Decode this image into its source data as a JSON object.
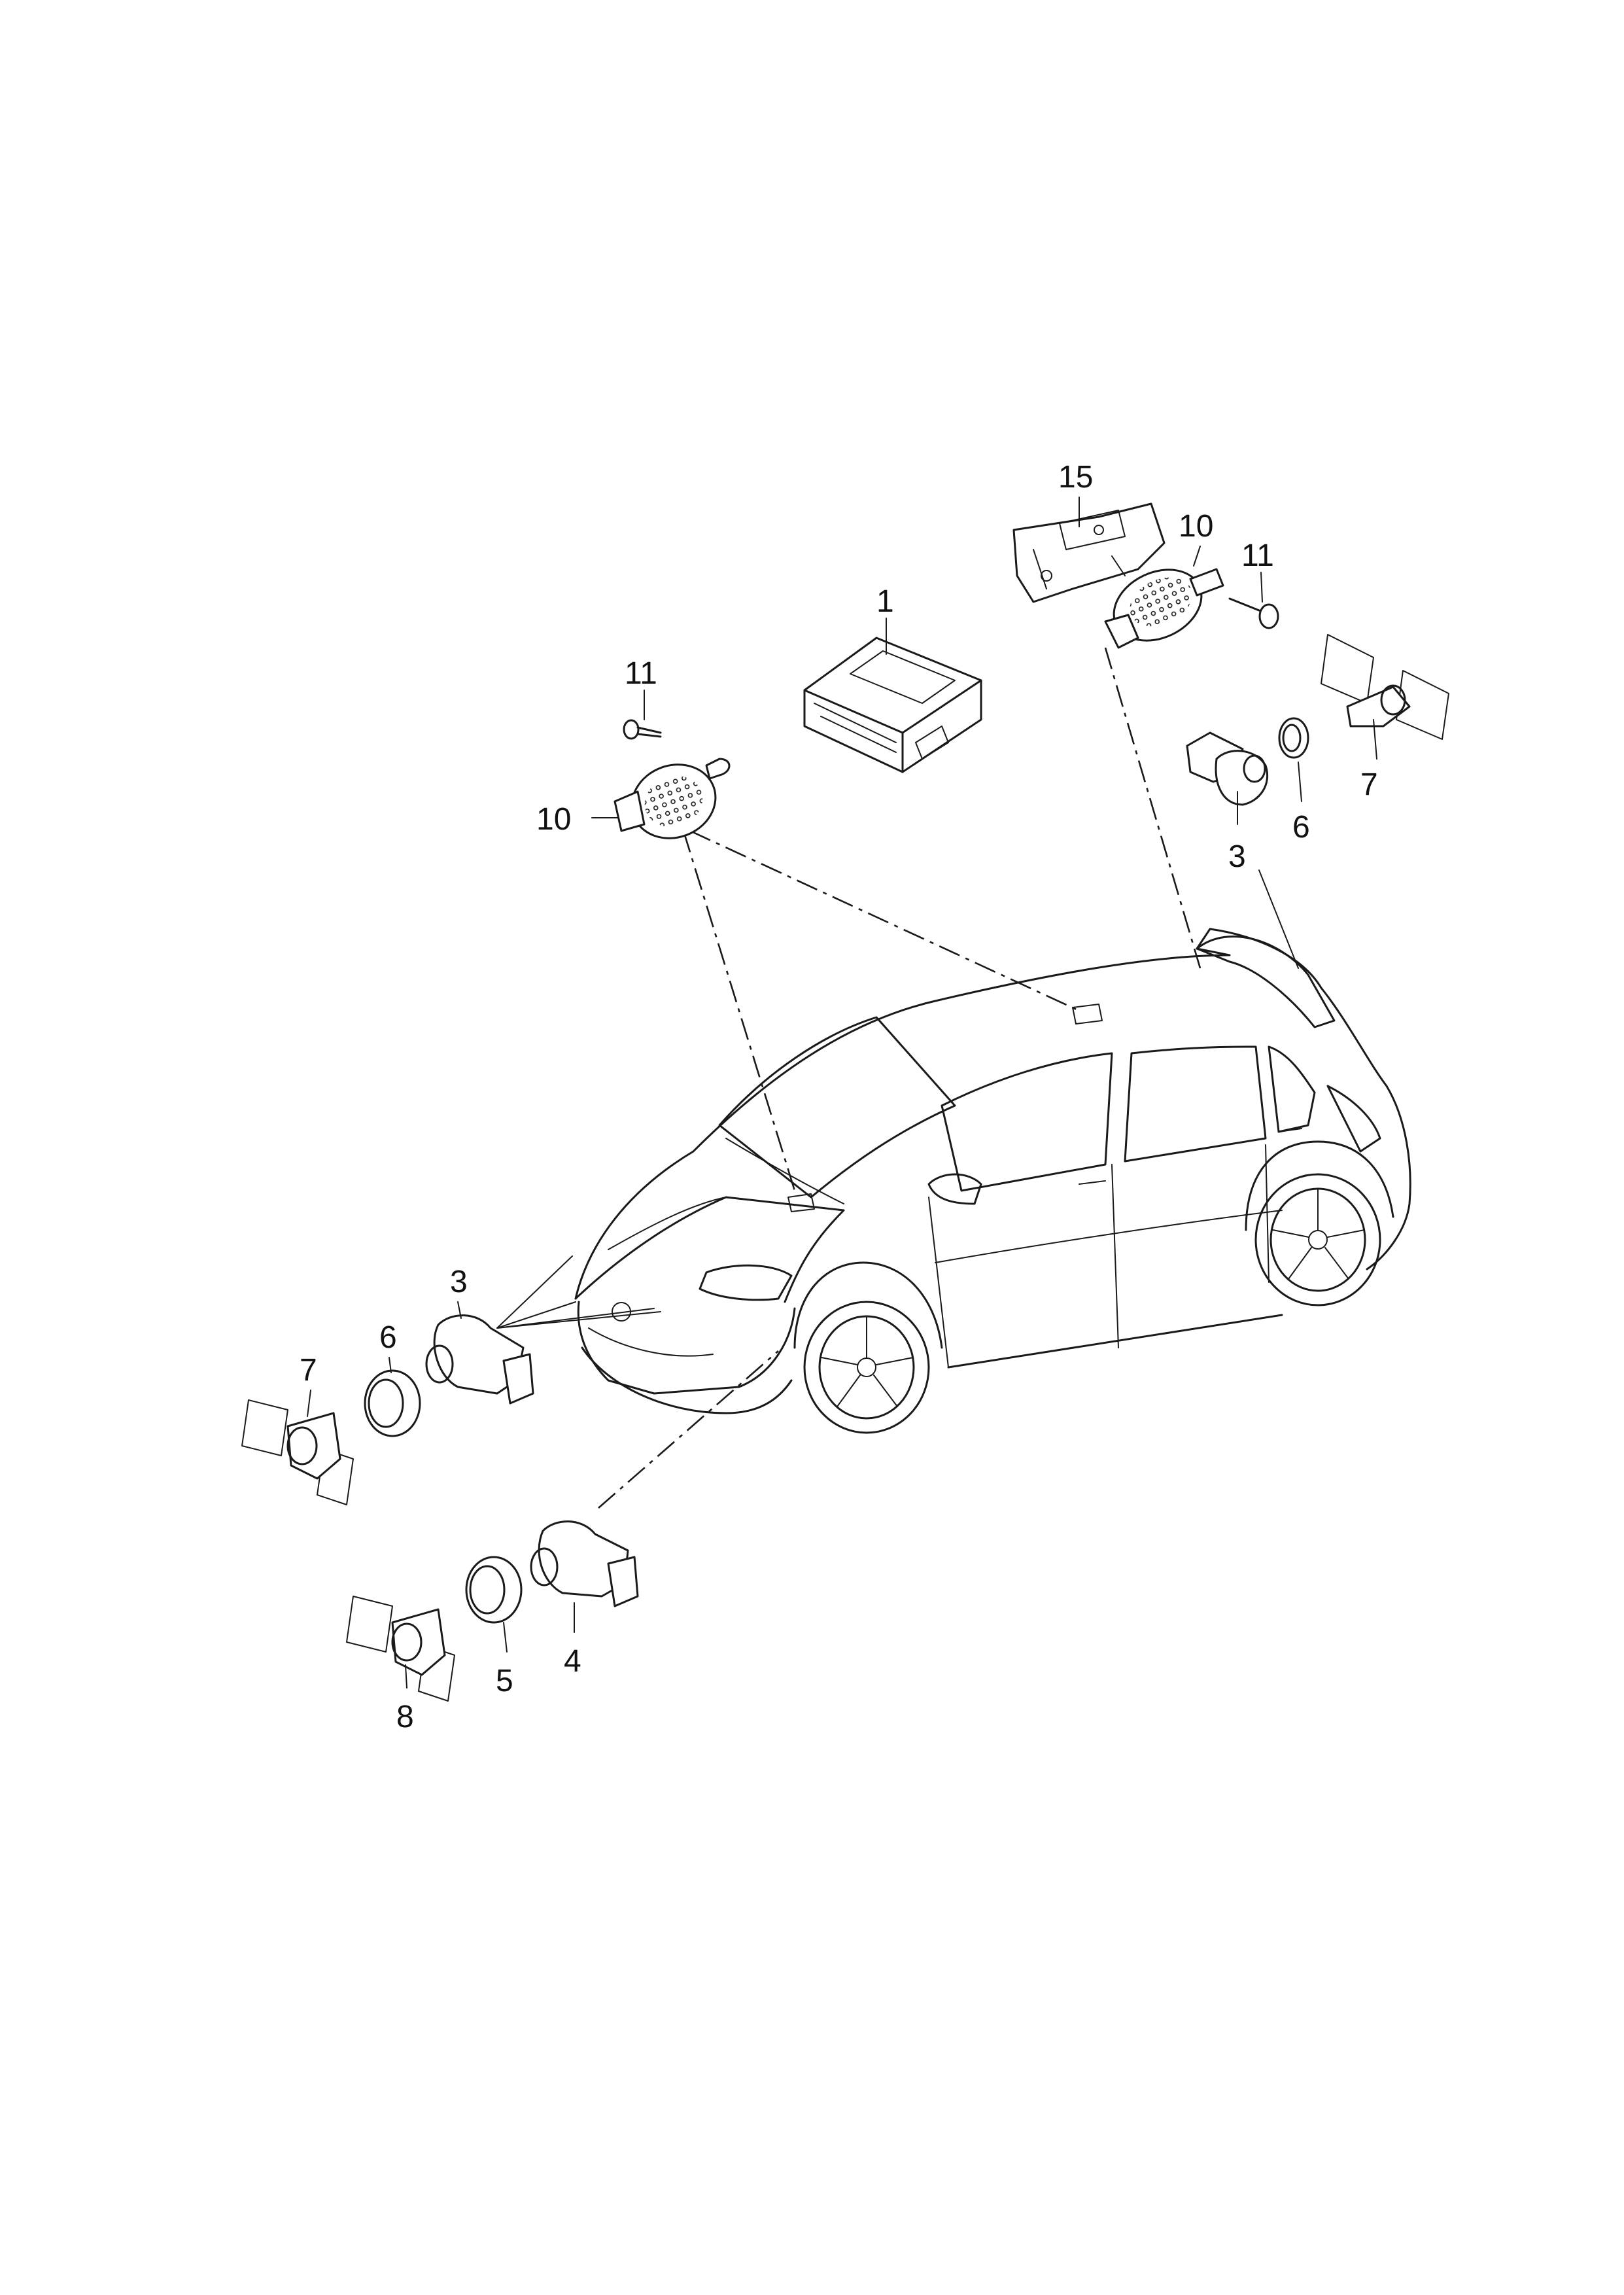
{
  "diagram": {
    "callouts": {
      "c1": "1",
      "c3_rear": "3",
      "c3_front": "3",
      "c4": "4",
      "c5": "5",
      "c6_rear": "6",
      "c6_front": "6",
      "c7_rear": "7",
      "c7_front": "7",
      "c8": "8",
      "c10_front": "10",
      "c10_rear": "10",
      "c11_front": "11",
      "c11_rear": "11",
      "c15": "15"
    }
  },
  "colors": {
    "line": "#1a1a1a",
    "background": "#ffffff"
  }
}
